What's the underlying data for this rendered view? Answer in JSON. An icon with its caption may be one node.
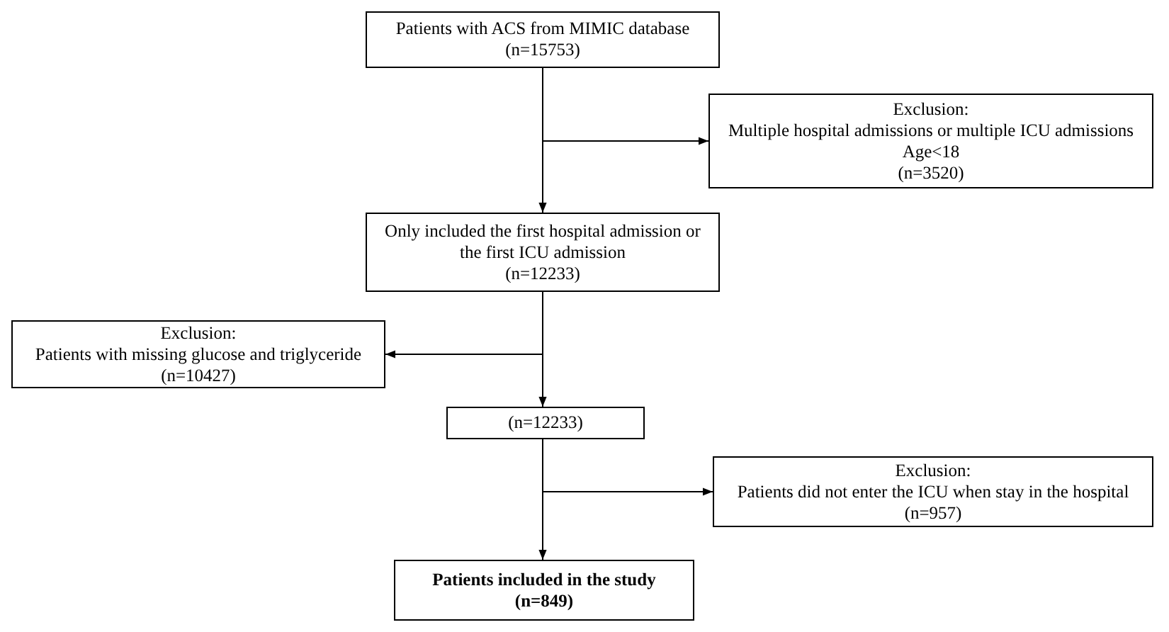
{
  "diagram": {
    "nodes": [
      {
        "text": [
          "Patients with ACS from MIMIC database",
          "(n=15753)"
        ]
      },
      {
        "text": [
          "Exclusion:",
          "Multiple hospital admissions or multiple ICU admissions",
          "Age<18",
          "(n=3520)"
        ]
      },
      {
        "text": [
          "Only included the first hospital admission or the first ICU admission",
          "(n=12233)"
        ]
      },
      {
        "text": [
          "Exclusion:",
          "Patients with missing glucose and triglyceride",
          "(n=10427)"
        ]
      },
      {
        "text": [
          "(n=12233)"
        ]
      },
      {
        "text": [
          "Exclusion:",
          "Patients did not enter the ICU when stay in the hospital",
          "(n=957)"
        ]
      },
      {
        "text": [
          "Patients included in the study",
          "(n=849)"
        ]
      }
    ],
    "edges": [
      {
        "from": 0,
        "to": 2,
        "arrow": "to"
      },
      {
        "from": 0,
        "to": 1,
        "arrow": "to"
      },
      {
        "from": 2,
        "to": 4,
        "arrow": "to"
      },
      {
        "from": 2,
        "to": 3,
        "arrow": "to"
      },
      {
        "from": 4,
        "to": 6,
        "arrow": "to"
      },
      {
        "from": 4,
        "to": 5,
        "arrow": "to"
      }
    ]
  }
}
